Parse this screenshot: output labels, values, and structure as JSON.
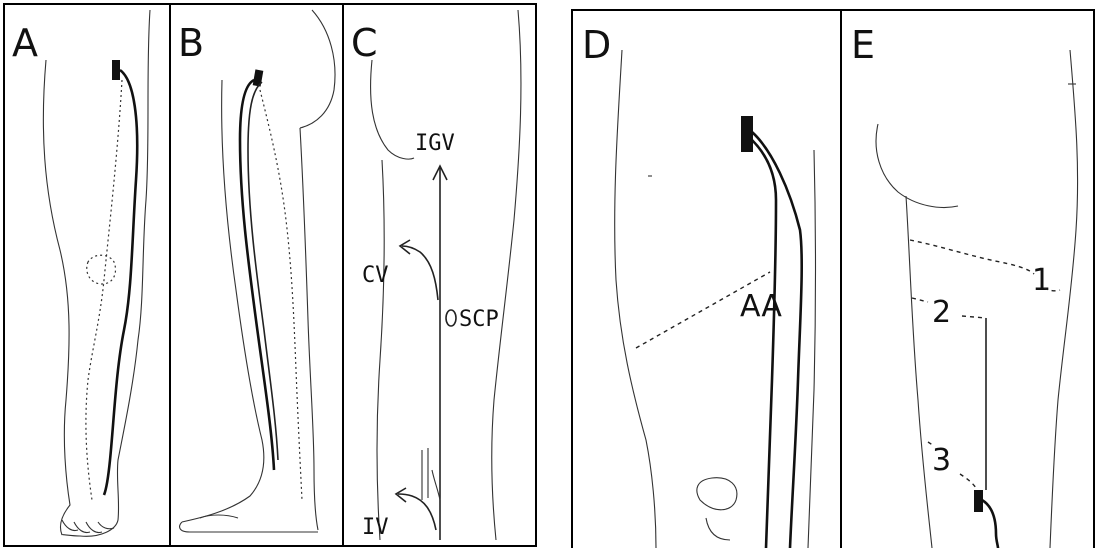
{
  "panels": {
    "A": {
      "letter": "A"
    },
    "B": {
      "letter": "B"
    },
    "C": {
      "letter": "C",
      "labels": {
        "igv": "IGV",
        "cv": "CV",
        "scp": "SCP",
        "iv": "IV"
      }
    },
    "D": {
      "letter": "D",
      "labels": {
        "aa": "AA"
      }
    },
    "E": {
      "letter": "E",
      "labels": {
        "one": "1",
        "two": "2",
        "three": "3"
      }
    }
  },
  "colors": {
    "line": "#111111",
    "background": "#ffffff"
  }
}
